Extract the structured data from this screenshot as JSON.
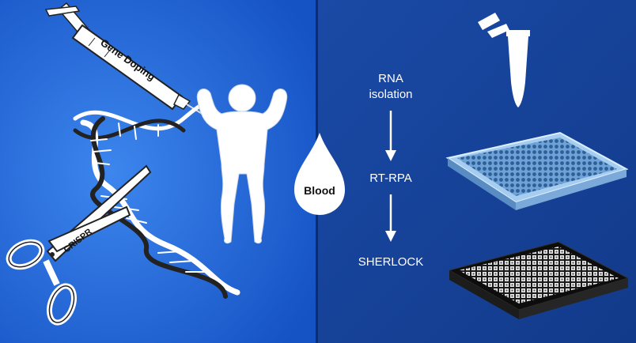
{
  "labels": {
    "syringe": "Gene Doping",
    "scissors": "CRISPR",
    "drop": "Blood",
    "step1_line1": "RNA",
    "step1_line2": "isolation",
    "step2": "RT-RPA",
    "step3": "SHERLOCK"
  },
  "icons": [
    "syringe-icon",
    "dna-helix-icon",
    "scissors-icon",
    "athlete-silhouette-icon",
    "blood-drop-icon",
    "microtube-icon",
    "well-plate-icon",
    "fluorescence-plate-icon",
    "arrow-down-icon"
  ],
  "colors": {
    "left_panel": "#1f63d6",
    "right_panel": "#163f93",
    "divider": "#0f2c6a",
    "foreground": "#ffffff",
    "plate_glass": "#7fb4e6"
  }
}
